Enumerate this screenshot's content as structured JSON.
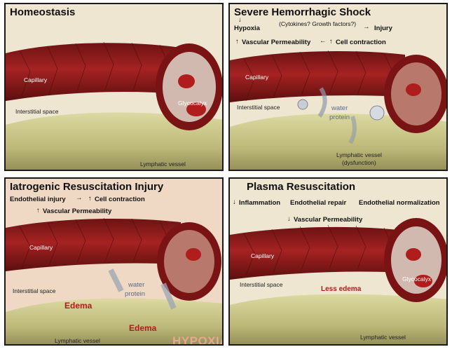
{
  "panels": [
    {
      "title": "Homeostasis",
      "labels": {
        "capillary": "Capillary",
        "glycocalyx": "Glycocalyx",
        "interstitial": "Interstitial space",
        "lymphatic": "Lymphatic vessel"
      }
    },
    {
      "title": "Severe Hemorrhagic Shock",
      "mechanism": {
        "hypoxia": "Hypoxia",
        "cytokines": "(Cytokines? Growth factors?)",
        "injury": "Injury",
        "vascular_permeability": "Vascular Permeability",
        "cell_contraction": "Cell contraction"
      },
      "labels": {
        "capillary": "Capillary",
        "interstitial": "Interstitial space",
        "water": "water",
        "protein": "protein",
        "lymphatic": "Lymphatic vessel",
        "dysfunction": "(dysfunction)"
      }
    },
    {
      "title": "Iatrogenic Resuscitation Injury",
      "mechanism": {
        "endothelial_injury": "Endothelial injury",
        "cell_contraction": "Cell contraction",
        "vascular_permeability": "Vascular Permeability"
      },
      "labels": {
        "capillary": "Capillary",
        "interstitial": "Interstitial space",
        "water": "water",
        "protein": "protein",
        "edema_1": "Edema",
        "edema_2": "Edema",
        "hypoxia": "HYPOXIA",
        "lymphatic": "Lymphatic vessel"
      }
    },
    {
      "title": "Plasma Resuscitation",
      "mechanism": {
        "inflammation": "Inflammation",
        "endothelial_repair": "Endothelial repair",
        "endothelial_normalization": "Endothelial normalization",
        "vascular_permeability": "Vascular Permeability"
      },
      "labels": {
        "capillary": "Capillary",
        "glycocalyx": "Glycocalyx",
        "interstitial": "Interstitial space",
        "less_edema": "Less edema",
        "lymphatic": "Lymphatic vessel"
      }
    }
  ],
  "symbols": {
    "up": "↑",
    "down": "↓",
    "right": "→",
    "left": "←"
  },
  "colors": {
    "vessel": "#8e1b1b",
    "vessel_dark": "#5a0e0e",
    "lymph": "#c9c68a",
    "tissue": "#efe6d2",
    "edema_text": "#a3211c"
  }
}
